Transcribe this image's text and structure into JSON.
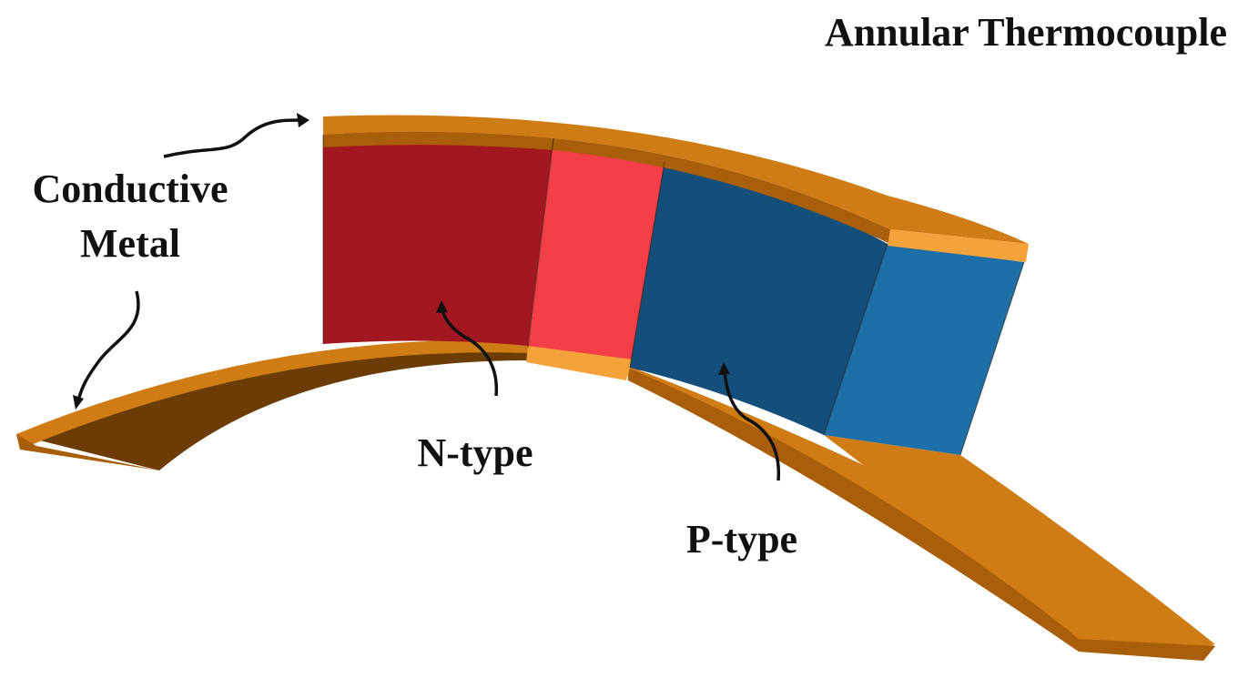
{
  "title": "Annular Thermocouple",
  "labels": {
    "conductive_metal_line1": "Conductive",
    "conductive_metal_line2": "Metal",
    "n_type": "N-type",
    "p_type": "P-type"
  },
  "colors": {
    "metal_top": "#cf7c14",
    "metal_edge": "#a85e0a",
    "metal_dark": "#6b3c05",
    "metal_light": "#f4a23a",
    "n_front": "#a31820",
    "n_side": "#f43f48",
    "p_front": "#134f7a",
    "p_side": "#1d6fa8",
    "arrow": "#111111"
  }
}
